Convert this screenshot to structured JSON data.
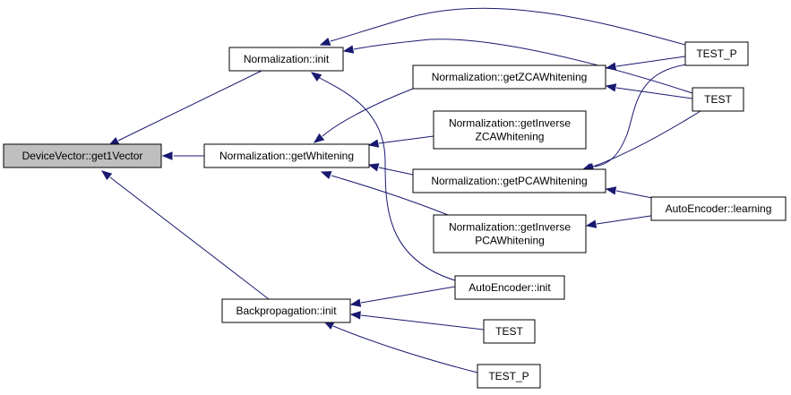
{
  "colors": {
    "edge": "#191970",
    "root_fill": "#bfbfbf",
    "node_fill": "#ffffff",
    "node_border": "#000000"
  },
  "nodes": {
    "root": {
      "lines": [
        "DeviceVector::get1Vector"
      ]
    },
    "norm_init": {
      "lines": [
        "Normalization::init"
      ]
    },
    "norm_getwhitening": {
      "lines": [
        "Normalization::getWhitening"
      ]
    },
    "bp_init": {
      "lines": [
        "Backpropagation::init"
      ]
    },
    "norm_getzca": {
      "lines": [
        "Normalization::getZCAWhitening"
      ]
    },
    "norm_getinvzca": {
      "lines": [
        "Normalization::getInverse",
        "ZCAWhitening"
      ]
    },
    "norm_getpca": {
      "lines": [
        "Normalization::getPCAWhitening"
      ]
    },
    "norm_getinvpca": {
      "lines": [
        "Normalization::getInverse",
        "PCAWhitening"
      ]
    },
    "test_p_1": {
      "lines": [
        "TEST_P"
      ]
    },
    "test_1": {
      "lines": [
        "TEST"
      ]
    },
    "ae_learning": {
      "lines": [
        "AutoEncoder::learning"
      ]
    },
    "ae_init": {
      "lines": [
        "AutoEncoder::init"
      ]
    },
    "test_2": {
      "lines": [
        "TEST"
      ]
    },
    "test_p_2": {
      "lines": [
        "TEST_P"
      ]
    }
  },
  "edges": [
    {
      "from": "norm_init",
      "to": "root"
    },
    {
      "from": "norm_getwhitening",
      "to": "root"
    },
    {
      "from": "bp_init",
      "to": "root"
    },
    {
      "from": "test_p_1",
      "to": "norm_init"
    },
    {
      "from": "test_1",
      "to": "norm_init"
    },
    {
      "from": "ae_init",
      "to": "norm_init"
    },
    {
      "from": "norm_getzca",
      "to": "norm_getwhitening"
    },
    {
      "from": "norm_getinvzca",
      "to": "norm_getwhitening"
    },
    {
      "from": "norm_getpca",
      "to": "norm_getwhitening"
    },
    {
      "from": "norm_getinvpca",
      "to": "norm_getwhitening"
    },
    {
      "from": "test_p_1",
      "to": "norm_getzca"
    },
    {
      "from": "test_1",
      "to": "norm_getzca"
    },
    {
      "from": "test_p_1",
      "to": "norm_getpca"
    },
    {
      "from": "test_1",
      "to": "norm_getpca"
    },
    {
      "from": "ae_learning",
      "to": "norm_getpca"
    },
    {
      "from": "ae_learning",
      "to": "norm_getinvpca"
    },
    {
      "from": "ae_init",
      "to": "bp_init"
    },
    {
      "from": "test_2",
      "to": "bp_init"
    },
    {
      "from": "test_p_2",
      "to": "bp_init"
    }
  ]
}
